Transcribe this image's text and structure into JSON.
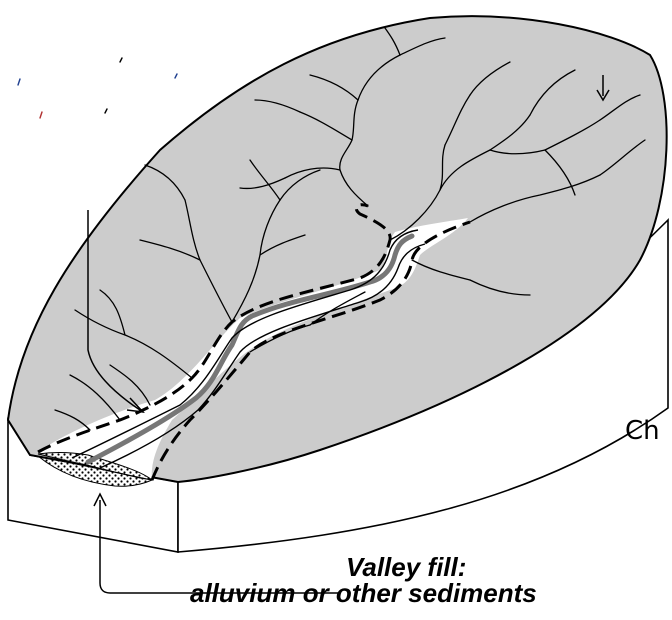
{
  "labels": {
    "valley_fill_title": "Valley fill:",
    "valley_fill_subtitle": "alluvium or other sediments",
    "cut_off_right_label": "Ch"
  },
  "colors": {
    "terrain_fill": "#cccccc",
    "channel": "#777777",
    "line": "#000000"
  }
}
